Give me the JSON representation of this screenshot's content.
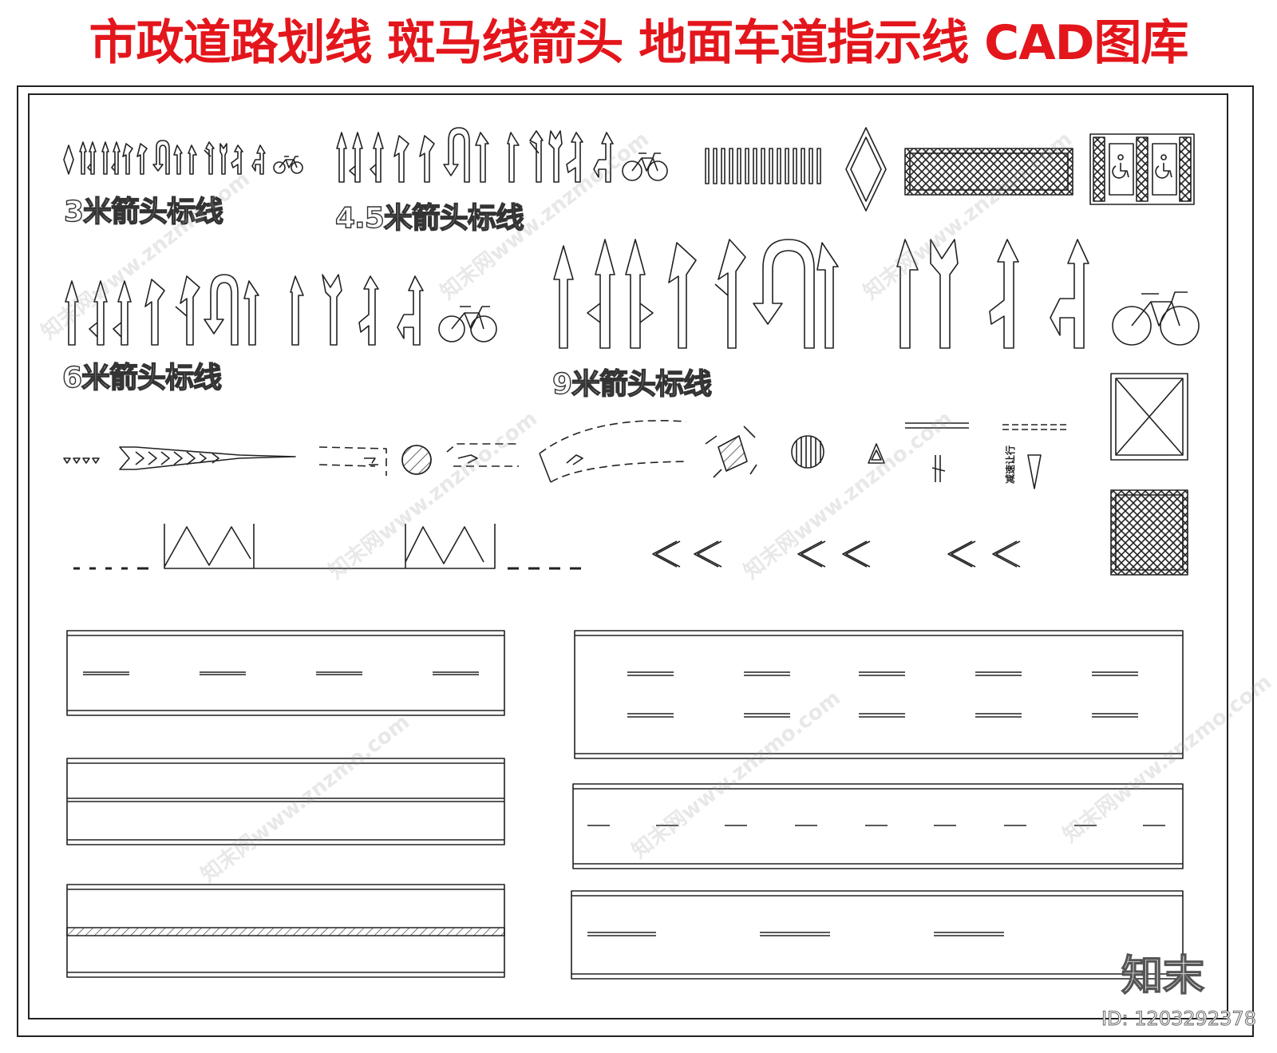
{
  "title": "市政道路划线 斑马线箭头 地面车道指示线 CAD图库",
  "labels": {
    "arrows_3m": "3米箭头标线",
    "arrows_45m": "4.5米箭头标线",
    "arrows_6m": "6米箭头标线",
    "arrows_9m": "9米箭头标线"
  },
  "small_text": {
    "slow_yield": "减速让行"
  },
  "watermark": {
    "text": "知末网www.znzmo.com",
    "logo": "知末",
    "id": "ID: 1203292378"
  },
  "colors": {
    "title_red": "#e3161c",
    "line": "#222222",
    "background": "#ffffff"
  }
}
